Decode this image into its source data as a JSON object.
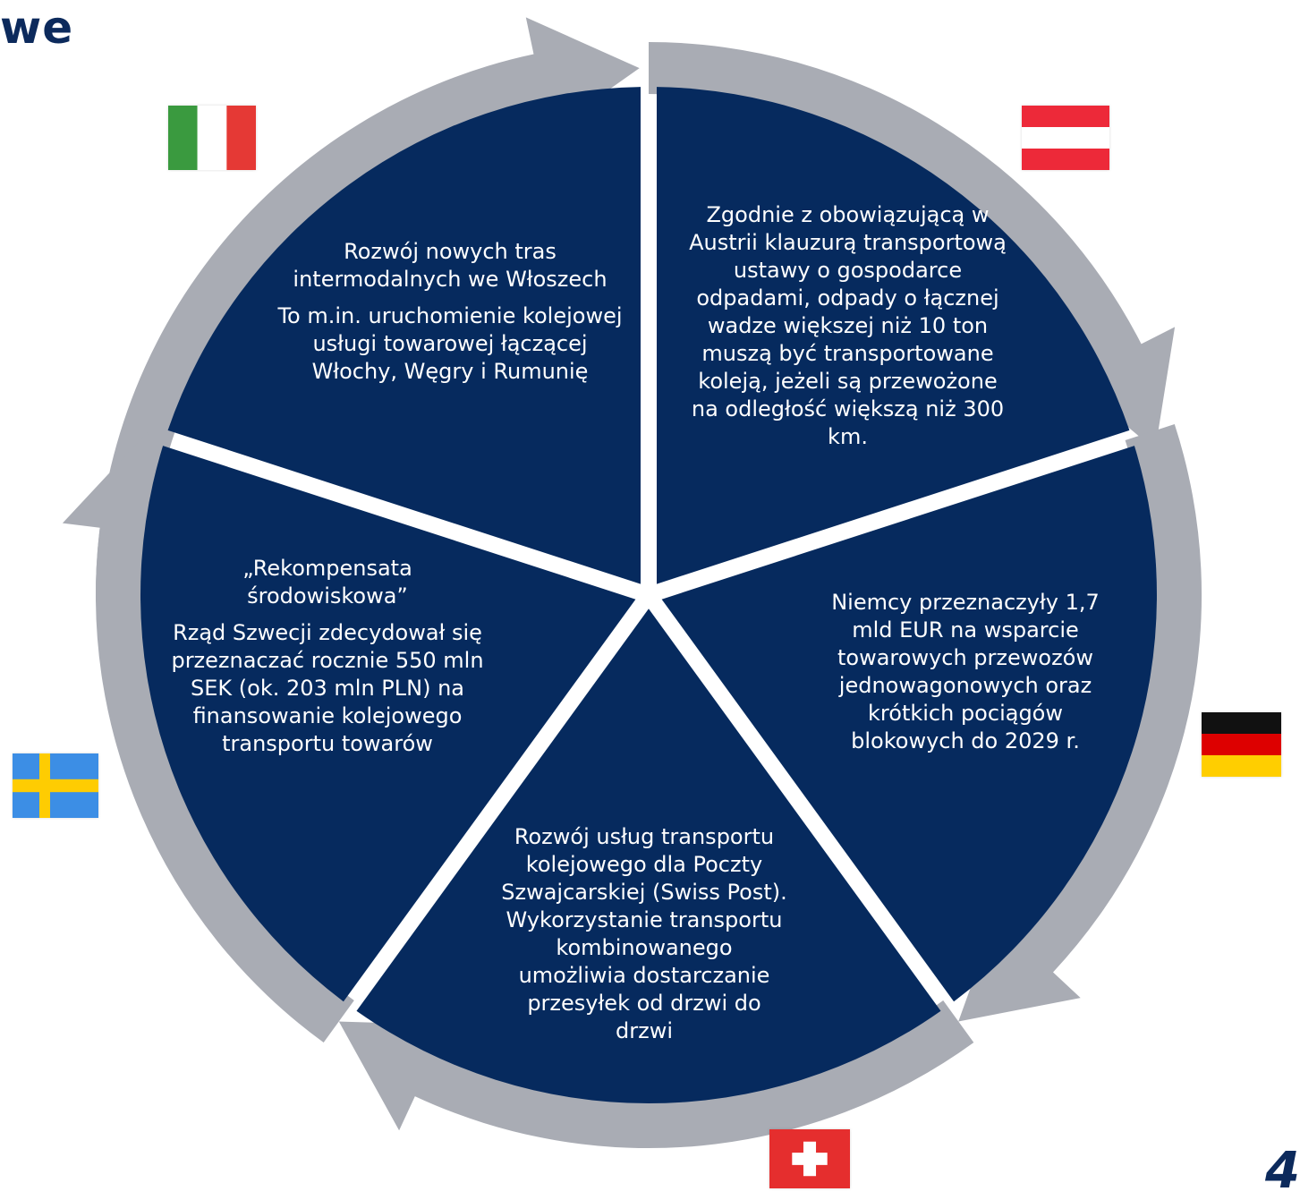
{
  "header": {
    "title_fragment": "we"
  },
  "colors": {
    "segment": "#062a5e",
    "arrow": "#a9acb4",
    "background": "#ffffff"
  },
  "segments": [
    {
      "country": "Italy",
      "flag_icon": "italy-flag-icon",
      "heading": "Rozwój nowych tras intermodalnych we Włoszech",
      "body": "To m.in. uruchomienie kolejowej usługi towarowej łączącej Włochy, Węgry i Rumunię"
    },
    {
      "country": "Austria",
      "flag_icon": "austria-flag-icon",
      "body": "Zgodnie z obowiązującą w Austrii klauzurą transportową ustawy o gospodarce odpadami, odpady o łącznej wadze większej niż 10 ton muszą być transportowane koleją, jeżeli są przewożone na odległość większą niż 300 km."
    },
    {
      "country": "Germany",
      "flag_icon": "germany-flag-icon",
      "body": "Niemcy przeznaczyły 1,7 mld EUR na wsparcie towarowych przewozów jednowagonowych oraz krótkich pociągów blokowych do 2029 r."
    },
    {
      "country": "Switzerland",
      "flag_icon": "switzerland-flag-icon",
      "body": "Rozwój usług transportu kolejowego dla Poczty Szwajcarskiej (Swiss Post). Wykorzystanie transportu kombinowanego umożliwia dostarczanie przesyłek od drzwi do drzwi"
    },
    {
      "country": "Sweden",
      "flag_icon": "sweden-flag-icon",
      "heading": "„Rekompensata środowiskowa”",
      "body": "Rząd Szwecji zdecydował się przeznaczać rocznie 550 mln SEK (ok. 203 mln PLN) na finansowanie kolejowego transportu towarów"
    }
  ],
  "page_number_fragment": "4"
}
